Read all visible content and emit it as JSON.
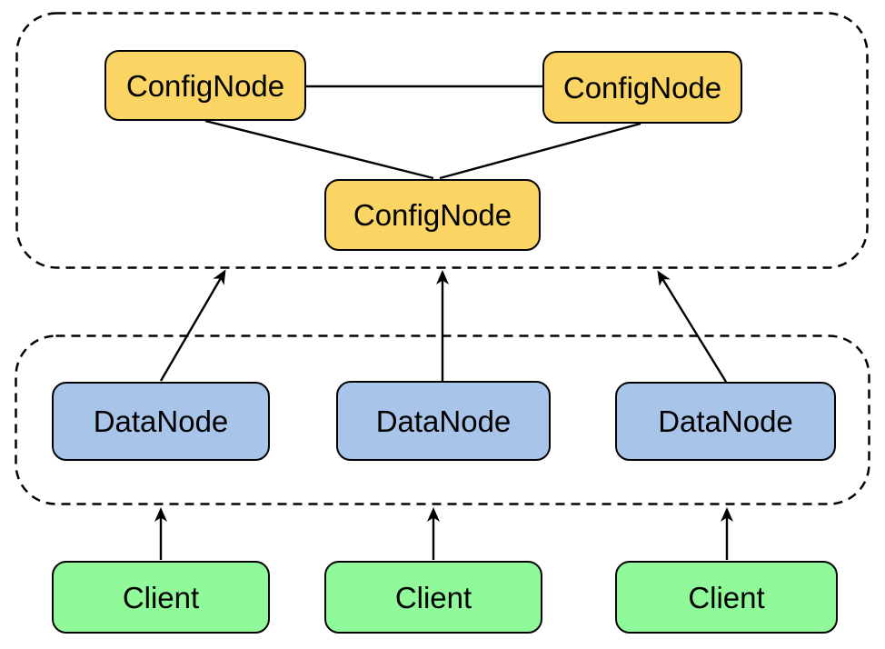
{
  "diagram": {
    "config_cluster": {
      "id": "config-cluster",
      "border_style": "dashed-rounded",
      "nodes": [
        {
          "id": "config-node-1",
          "label": "ConfigNode"
        },
        {
          "id": "config-node-2",
          "label": "ConfigNode"
        },
        {
          "id": "config-node-3",
          "label": "ConfigNode"
        }
      ]
    },
    "data_cluster": {
      "id": "data-cluster",
      "border_style": "dashed-rounded",
      "nodes": [
        {
          "id": "data-node-1",
          "label": "DataNode"
        },
        {
          "id": "data-node-2",
          "label": "DataNode"
        },
        {
          "id": "data-node-3",
          "label": "DataNode"
        }
      ]
    },
    "clients": [
      {
        "id": "client-1",
        "label": "Client"
      },
      {
        "id": "client-2",
        "label": "Client"
      },
      {
        "id": "client-3",
        "label": "Client"
      }
    ],
    "edges": [
      {
        "from": "config-node-1",
        "to": "config-node-2",
        "style": "line"
      },
      {
        "from": "config-node-1",
        "to": "config-node-3",
        "style": "line"
      },
      {
        "from": "config-node-2",
        "to": "config-node-3",
        "style": "line"
      },
      {
        "from": "data-node-1",
        "to": "config-cluster",
        "style": "arrow"
      },
      {
        "from": "data-node-2",
        "to": "config-cluster",
        "style": "arrow"
      },
      {
        "from": "data-node-3",
        "to": "config-cluster",
        "style": "arrow"
      },
      {
        "from": "client-1",
        "to": "data-cluster",
        "style": "arrow"
      },
      {
        "from": "client-2",
        "to": "data-cluster",
        "style": "arrow"
      },
      {
        "from": "client-3",
        "to": "data-cluster",
        "style": "arrow"
      }
    ],
    "colors": {
      "config_node_fill": "#FAD564",
      "data_node_fill": "#A8C4E9",
      "client_fill": "#90FA9B",
      "stroke": "#000000",
      "background": "#FFFFFF"
    }
  }
}
